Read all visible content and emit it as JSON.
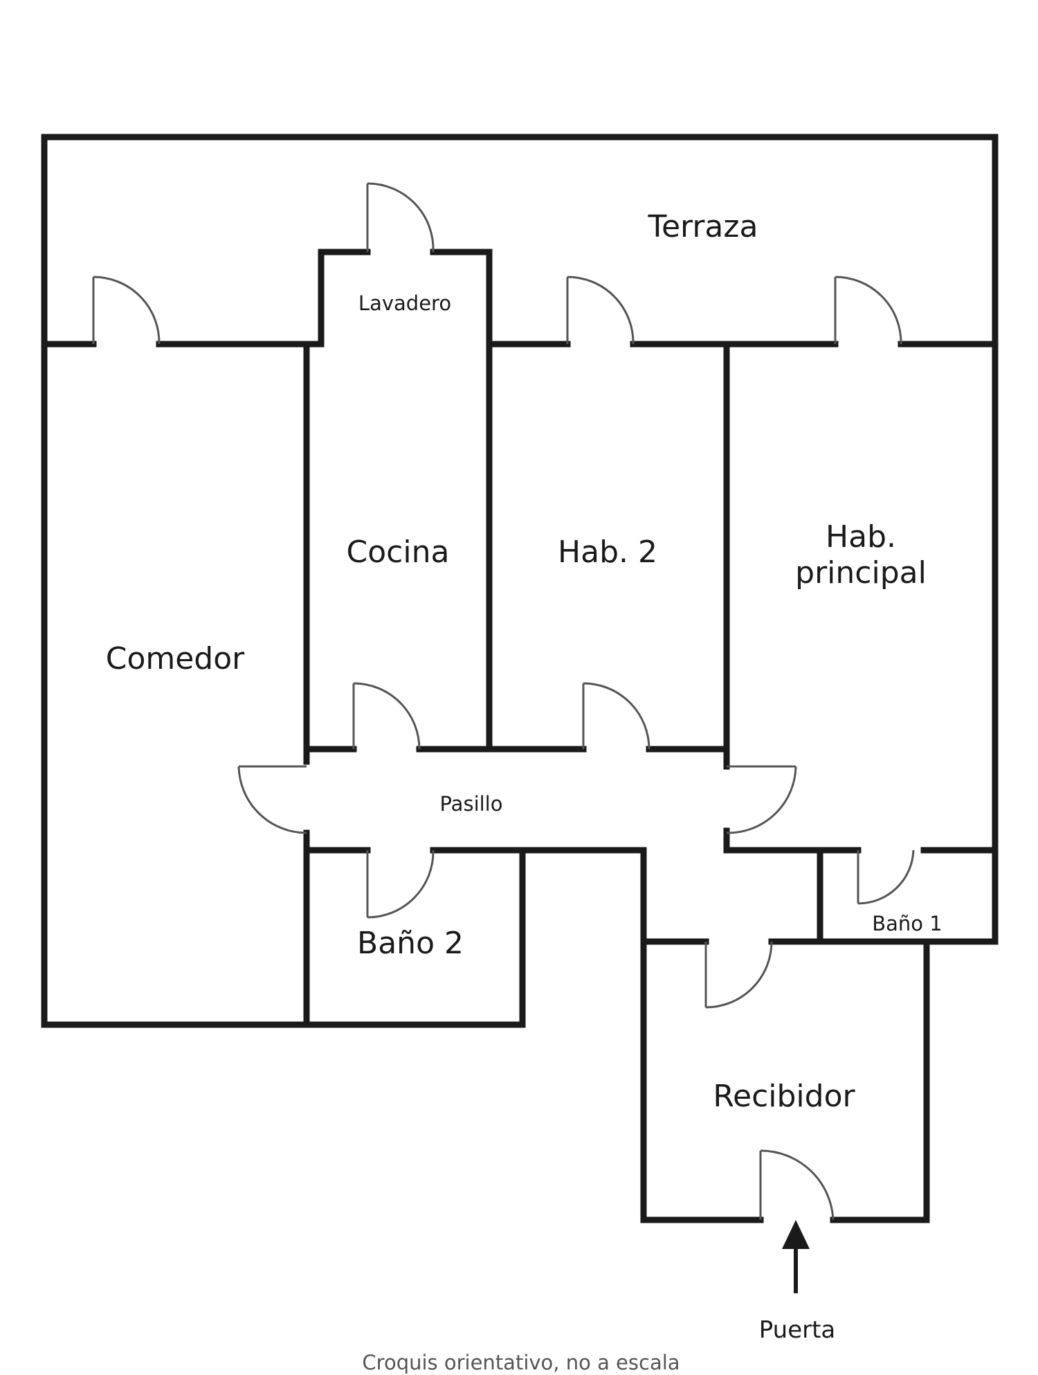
{
  "rooms": {
    "terraza": "Terraza",
    "lavadero": "Lavadero",
    "cocina": "Cocina",
    "hab2": "Hab. 2",
    "hab_principal_line1": "Hab.",
    "hab_principal_line2": "principal",
    "comedor": "Comedor",
    "pasillo": "Pasillo",
    "bano2": "Baño 2",
    "bano1": "Baño 1",
    "recibidor": "Recibidor"
  },
  "entrance": {
    "label": "Puerta"
  },
  "note": "Croquis orientativo, no a escala",
  "colors": {
    "wall": "#1a1a1a",
    "door": "#555555",
    "background": "#ffffff",
    "caption": "#555555"
  }
}
